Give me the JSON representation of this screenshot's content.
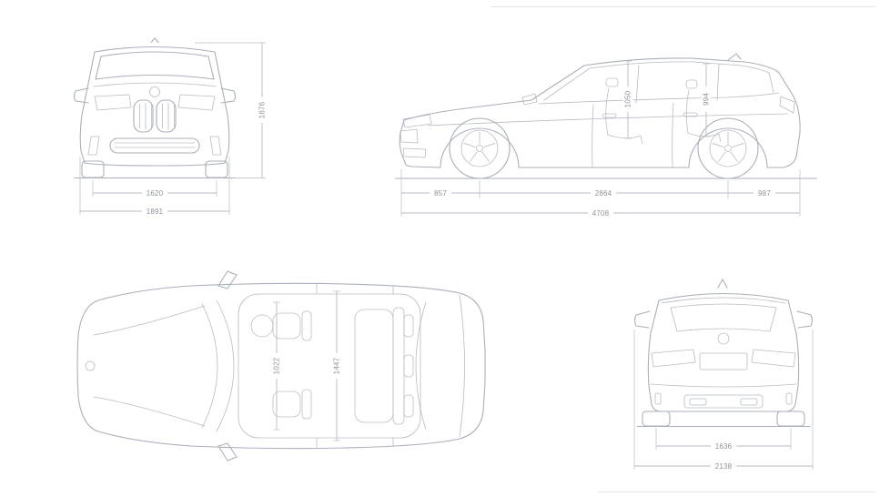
{
  "colors": {
    "background": "#ffffff",
    "car_line": "#a9b0ba",
    "dimension_line": "#b6bcc5",
    "dimension_text": "#8d939c"
  },
  "views": {
    "front": {
      "dims": {
        "track": "1620",
        "overall_width": "1891",
        "overall_height": "1676"
      }
    },
    "side": {
      "dims": {
        "front_overhang": "857",
        "wheelbase": "2864",
        "rear_overhang": "987",
        "overall_length": "4708",
        "front_headroom": "1050",
        "rear_headroom": "994"
      }
    },
    "top": {
      "dims": {
        "front_interior_width": "1022",
        "rear_interior_width": "1447"
      }
    },
    "rear": {
      "dims": {
        "rear_track": "1636",
        "width_incl_mirrors": "2138"
      }
    }
  }
}
